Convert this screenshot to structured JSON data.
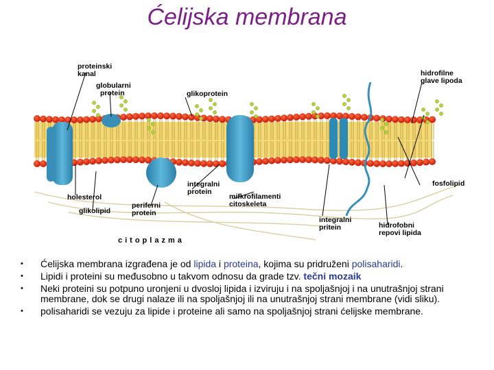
{
  "title": "Ćelijska membrana",
  "figure": {
    "labels": {
      "proteinski_kanal": [
        "proteinski",
        "kanal"
      ],
      "globularni_protein": [
        "globularni",
        "protein"
      ],
      "glikoprotein": "glikoprotein",
      "hidrofilne_glave": [
        "hidrofilne",
        "glave lipoda"
      ],
      "fosfolipid": "fosfolipid",
      "holesterol": "holesterol",
      "glikolipid": "glikolipid",
      "periferni_protein": [
        "periferni",
        "protein"
      ],
      "integralni_protein_left": [
        "integralni",
        "protein"
      ],
      "mikrofilamenti": [
        "mifkrofilamenti",
        "citoskeleta"
      ],
      "integralni_protein_right": [
        "integralni",
        "pritein"
      ],
      "hidrofobni_repovi": [
        "hidrofobni",
        "repovi lipida"
      ],
      "citoplazma": "citoplazma"
    }
  },
  "bullets": [
    {
      "pre": "Ćelijska membrana izgrađena je od ",
      "b1": "lipida",
      "mid": " i ",
      "b2": "proteina",
      "mid2": ", kojima su pridruženi ",
      "b3": "polisaharidi",
      "post": "."
    },
    {
      "pre": "Lipidi i proteini su međusobno u takvom odnosu da grade tzv. ",
      "b1": "tečni mozaik"
    },
    {
      "text": "Neki proteini su potpuno uronjeni u dvosloj lipida i izviruju i na spoljašnjoj i na unutrašnjoj strani membrane, dok se drugi nalaze ili na spoljašnjoj ili na unutrašnjoj strani membrane (vidi sliku)."
    },
    {
      "text": "polisaharidi se vezuju za lipide i proteine ali samo na spoljašnjoj strani ćelijske membrane."
    }
  ]
}
